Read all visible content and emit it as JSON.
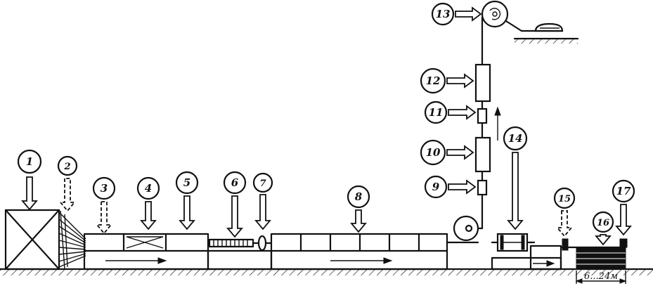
{
  "callouts": [
    {
      "id": "c1",
      "label": "1"
    },
    {
      "id": "c2",
      "label": "2"
    },
    {
      "id": "c3",
      "label": "3"
    },
    {
      "id": "c4",
      "label": "4"
    },
    {
      "id": "c5",
      "label": "5"
    },
    {
      "id": "c6",
      "label": "6"
    },
    {
      "id": "c7",
      "label": "7"
    },
    {
      "id": "c8",
      "label": "8"
    },
    {
      "id": "c9",
      "label": "9"
    },
    {
      "id": "c10",
      "label": "10"
    },
    {
      "id": "c11",
      "label": "11"
    },
    {
      "id": "c12",
      "label": "12"
    },
    {
      "id": "c13",
      "label": "13"
    },
    {
      "id": "c14",
      "label": "14"
    },
    {
      "id": "c15",
      "label": "15"
    },
    {
      "id": "c16",
      "label": "16"
    },
    {
      "id": "c17",
      "label": "17"
    }
  ],
  "dimension_label": "6...24м"
}
